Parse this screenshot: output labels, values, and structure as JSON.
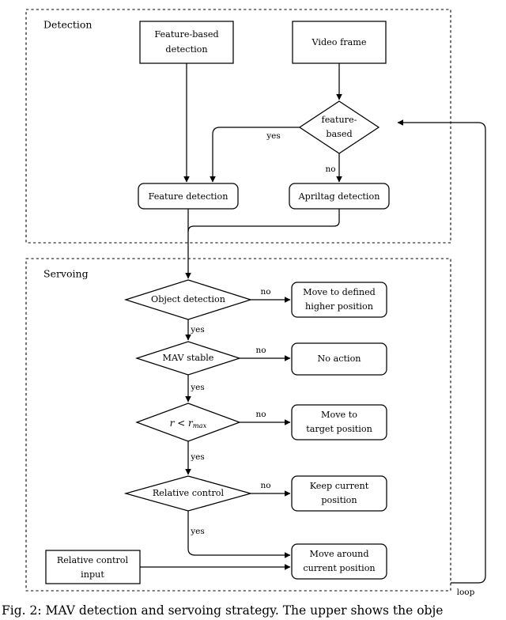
{
  "figure": {
    "groups": [
      {
        "id": "detection",
        "label": "Detection"
      },
      {
        "id": "servoing",
        "label": "Servoing"
      }
    ],
    "nodes": {
      "feature_based_detection": {
        "label_line1": "Feature-based",
        "label_line2": "detection",
        "shape": "rect"
      },
      "video_frame": {
        "label_line1": "Video frame",
        "shape": "rect"
      },
      "feature_based_decision": {
        "label_line1": "feature-",
        "label_line2": "based",
        "shape": "diamond"
      },
      "feature_detection": {
        "label_line1": "Feature detection",
        "shape": "rounded-rect"
      },
      "apriltag_detection": {
        "label_line1": "Apriltag detection",
        "shape": "rounded-rect"
      },
      "object_detection": {
        "label_line1": "Object detection",
        "shape": "diamond"
      },
      "move_defined_higher": {
        "label_line1": "Move to defined",
        "label_line2": "higher position",
        "shape": "rounded-rect"
      },
      "mav_stable": {
        "label_line1": "MAV stable",
        "shape": "diamond"
      },
      "no_action": {
        "label_line1": "No action",
        "shape": "rounded-rect"
      },
      "r_less_rmax": {
        "label_main": "r < r",
        "label_sub": "max",
        "shape": "diamond"
      },
      "move_target": {
        "label_line1": "Move to",
        "label_line2": "target position",
        "shape": "rounded-rect"
      },
      "relative_control": {
        "label_line1": "Relative control",
        "shape": "diamond"
      },
      "keep_current": {
        "label_line1": "Keep current",
        "label_line2": "position",
        "shape": "rounded-rect"
      },
      "relative_control_input": {
        "label_line1": "Relative control",
        "label_line2": "input",
        "shape": "rect"
      },
      "move_around_current": {
        "label_line1": "Move around",
        "label_line2": "current position",
        "shape": "rounded-rect"
      }
    },
    "edge_labels": {
      "feature_based_yes": "yes",
      "feature_based_no": "no",
      "object_detection_no": "no",
      "object_detection_yes": "yes",
      "mav_stable_no": "no",
      "mav_stable_yes": "yes",
      "rmax_no": "no",
      "rmax_yes": "yes",
      "relative_control_no": "no",
      "relative_control_yes": "yes",
      "loop": "loop"
    },
    "colors": {
      "stroke": "#000000",
      "fill": "#ffffff",
      "background": "#ffffff"
    }
  },
  "caption": "Fig. 2: MAV detection and servoing strategy. The upper shows the obje"
}
